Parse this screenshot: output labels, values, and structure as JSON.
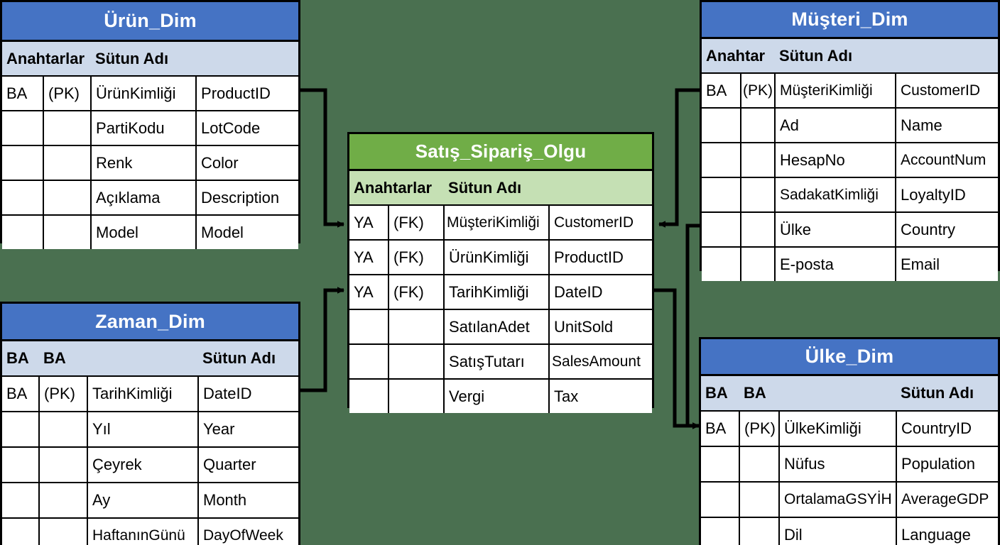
{
  "diagram": {
    "type": "star-schema",
    "background_color": "#4a7050",
    "dim_header_color": "#4573c4",
    "dim_subhead_color": "#cdd9ea",
    "fact_header_color": "#70ad47",
    "fact_subhead_color": "#c5e0b4"
  },
  "urun_dim": {
    "title": "Ürün_Dim",
    "subhead": {
      "keys": "Anahtarlar",
      "column": "Sütun Adı"
    },
    "rows": [
      {
        "key": "BA",
        "pk": "(PK)",
        "tr": "ÜrünKimliği",
        "en": "ProductID"
      },
      {
        "key": "",
        "pk": "",
        "tr": "PartiKodu",
        "en": "LotCode"
      },
      {
        "key": "",
        "pk": "",
        "tr": "Renk",
        "en": "Color"
      },
      {
        "key": "",
        "pk": "",
        "tr": "Açıklama",
        "en": "Description"
      },
      {
        "key": "",
        "pk": "",
        "tr": "Model",
        "en": "Model"
      }
    ]
  },
  "musteri_dim": {
    "title": "Müşteri_Dim",
    "subhead": {
      "keys": "Anahtar",
      "column": "Sütun Adı"
    },
    "rows": [
      {
        "key": "BA",
        "pk": "(PK)",
        "tr": "MüşteriKimliği",
        "en": "CustomerID"
      },
      {
        "key": "",
        "pk": "",
        "tr": "Ad",
        "en": "Name"
      },
      {
        "key": "",
        "pk": "",
        "tr": "HesapNo",
        "en": "AccountNum"
      },
      {
        "key": "",
        "pk": "",
        "tr": "SadakatKimliği",
        "en": "LoyaltyID"
      },
      {
        "key": "",
        "pk": "",
        "tr": "Ülke",
        "en": "Country"
      },
      {
        "key": "",
        "pk": "",
        "tr": "E-posta",
        "en": "Email"
      }
    ]
  },
  "zaman_dim": {
    "title": "Zaman_Dim",
    "subhead": {
      "keys": "BA",
      "keys2": "BA",
      "blank": "",
      "column": "Sütun Adı"
    },
    "rows": [
      {
        "key": "BA",
        "pk": "(PK)",
        "tr": "TarihKimliği",
        "en": "DateID"
      },
      {
        "key": "",
        "pk": "",
        "tr": "Yıl",
        "en": "Year"
      },
      {
        "key": "",
        "pk": "",
        "tr": "Çeyrek",
        "en": "Quarter"
      },
      {
        "key": "",
        "pk": "",
        "tr": "Ay",
        "en": "Month"
      },
      {
        "key": "",
        "pk": "",
        "tr": "HaftanınGünü",
        "en": "DayOfWeek"
      }
    ]
  },
  "ulke_dim": {
    "title": "Ülke_Dim",
    "subhead": {
      "keys": "BA",
      "keys2": "BA",
      "blank": "",
      "column": "Sütun Adı"
    },
    "rows": [
      {
        "key": "BA",
        "pk": "(PK)",
        "tr": "ÜlkeKimliği",
        "en": "CountryID"
      },
      {
        "key": "",
        "pk": "",
        "tr": "Nüfus",
        "en": "Population"
      },
      {
        "key": "",
        "pk": "",
        "tr": "OrtalamaGSYİH",
        "en": "AverageGDP"
      },
      {
        "key": "",
        "pk": "",
        "tr": "Dil",
        "en": "Language"
      }
    ]
  },
  "fact": {
    "title": "Satış_Sipariş_Olgu",
    "subhead": {
      "keys": "Anahtarlar",
      "column": "Sütun Adı"
    },
    "rows": [
      {
        "key": "YA",
        "pk": "(FK)",
        "tr": "MüşteriKimliği",
        "en": "CustomerID"
      },
      {
        "key": "YA",
        "pk": "(FK)",
        "tr": "ÜrünKimliği",
        "en": "ProductID"
      },
      {
        "key": "YA",
        "pk": "(FK)",
        "tr": "TarihKimliği",
        "en": "DateID"
      },
      {
        "key": "",
        "pk": "",
        "tr": "SatılanAdet",
        "en": "UnitSold"
      },
      {
        "key": "",
        "pk": "",
        "tr": "SatışTutarı",
        "en": "SalesAmount"
      },
      {
        "key": "",
        "pk": "",
        "tr": "Vergi",
        "en": "Tax"
      }
    ]
  },
  "relationships": [
    {
      "from": "urun_dim.ProductID",
      "to": "fact.ProductID"
    },
    {
      "from": "zaman_dim.DateID",
      "to": "fact.DateID"
    },
    {
      "from": "musteri_dim.CustomerID",
      "to": "fact.CustomerID"
    },
    {
      "from": "musteri_dim.Country",
      "to": "ulke_dim.CountryID"
    },
    {
      "from": "fact.DateID",
      "to": "ulke_dim.CountryID"
    }
  ]
}
